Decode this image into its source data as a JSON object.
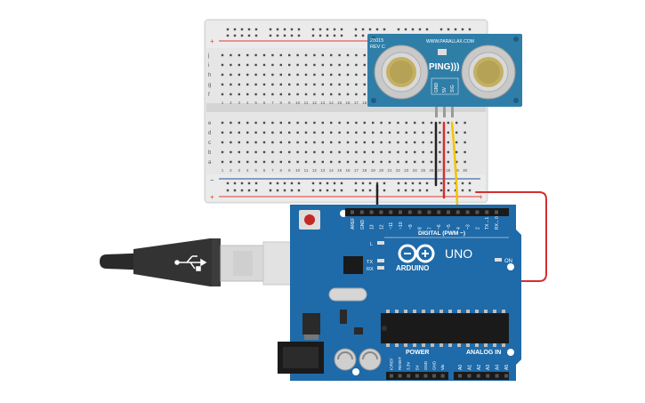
{
  "colors": {
    "breadboard": "#e4e4e4",
    "breadboard_border": "#cfcfcf",
    "rail_red": "#e53935",
    "rail_blue": "#1e4fa3",
    "hole": "#4a4a4a",
    "sensor_pcb": "#2f7ea8",
    "arduino_pcb": "#1f6aa8",
    "wire_black": "#222222",
    "wire_red": "#d32f2f",
    "wire_yellow": "#f2c400",
    "usb_cable": "#2a2a2a",
    "usb_plug": "#e0e0e0"
  },
  "breadboard": {
    "rail_plus": "+",
    "rail_minus": "−",
    "top_rows": [
      "j",
      "i",
      "h",
      "g",
      "f"
    ],
    "bottom_rows": [
      "e",
      "d",
      "c",
      "b",
      "a"
    ],
    "column_numbers": [
      "1",
      "2",
      "3",
      "4",
      "5",
      "6",
      "7",
      "8",
      "9",
      "10",
      "11",
      "12",
      "13",
      "14",
      "15",
      "16",
      "17",
      "18",
      "19",
      "20",
      "21",
      "22",
      "23",
      "24",
      "25",
      "26",
      "27",
      "28",
      "29",
      "30"
    ]
  },
  "sensor": {
    "part_number": "28015",
    "revision": "REV C",
    "website": "WWW.PARALLAX.COM",
    "logo_text": "PING)))",
    "pins": [
      "GND",
      "5V",
      "SIG"
    ]
  },
  "arduino": {
    "logo_text": "ARDUINO",
    "model": "UNO",
    "label_on": "ON",
    "label_l": "L",
    "label_tx": "TX",
    "label_rx": "RX",
    "digital_header_title": "DIGITAL (PWM ~)",
    "power_header_title": "POWER",
    "analog_header_title": "ANALOG IN",
    "digital_pins": [
      "AREF",
      "GND",
      "13",
      "12",
      "~11",
      "~10",
      "~9",
      "8",
      "7",
      "~6",
      "~5",
      "4",
      "~3",
      "2",
      "TX→1",
      "RX←0"
    ],
    "power_pins": [
      "IOREF",
      "RESET",
      "3.3V",
      "5V",
      "GND",
      "GND",
      "Vin"
    ],
    "analog_pins": [
      "A0",
      "A1",
      "A2",
      "A3",
      "A4",
      "A5"
    ]
  }
}
